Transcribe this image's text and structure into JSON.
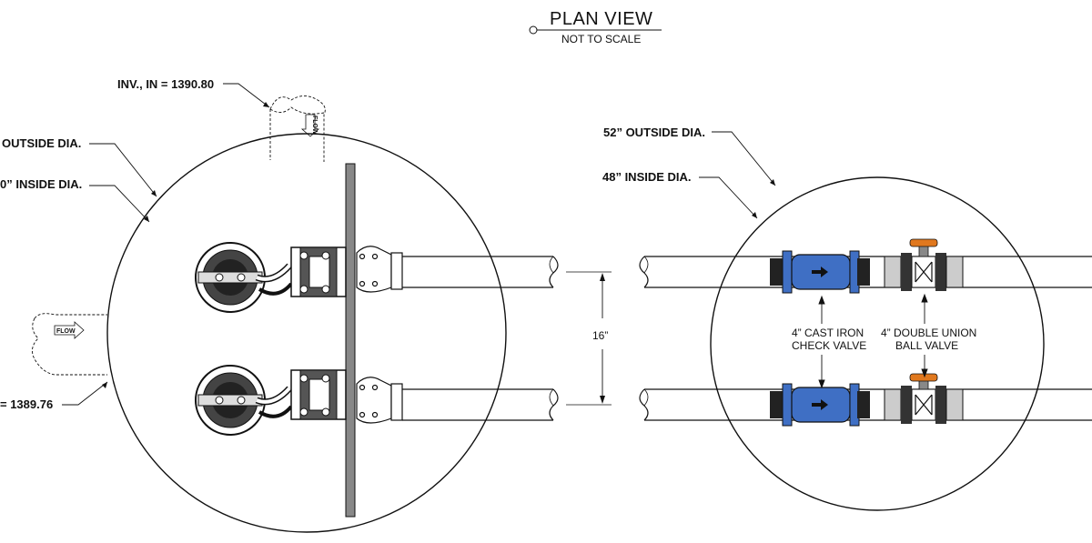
{
  "title": "PLAN VIEW",
  "subtitle": "NOT TO SCALE",
  "left_chamber": {
    "outside_dia_label": "OUTSIDE DIA.",
    "inside_dia_label": "0” INSIDE DIA.",
    "inv_in_label": "INV., IN = 1390.80",
    "inv_out_label": "= 1389.76",
    "flow_label_top": "FLOW",
    "flow_label_left": "FLOW"
  },
  "spacing_label": "16”",
  "right_chamber": {
    "outside_dia_label": "52” OUTSIDE DIA.",
    "inside_dia_label": "48” INSIDE DIA.",
    "check_valve_line1": "4” CAST IRON",
    "check_valve_line2": "CHECK VALVE",
    "ball_valve_line1": "4” DOUBLE UNION",
    "ball_valve_line2": "BALL VALVE"
  },
  "colors": {
    "check_valve": "#3f6fc4",
    "ball_valve_handle": "#e0781e",
    "wall": "#888888"
  }
}
